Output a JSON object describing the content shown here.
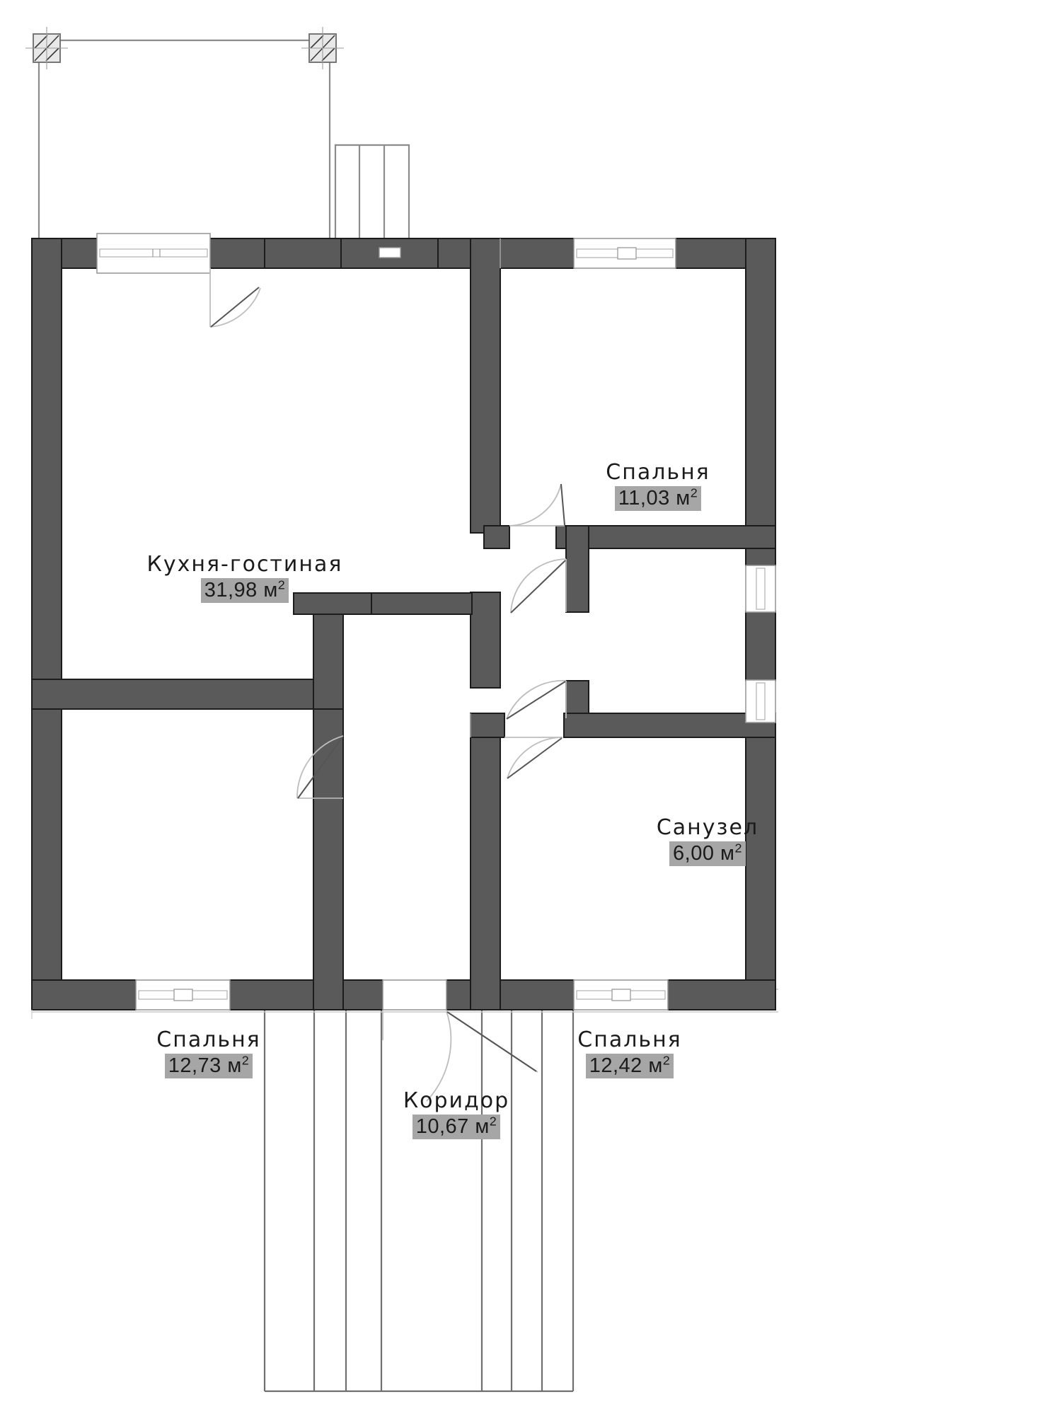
{
  "document": {
    "type": "floor-plan",
    "language": "ru",
    "unit_label": "м",
    "unit_superscript": "2",
    "colors": {
      "wall_fill": "#5a5a5a",
      "wall_stroke": "#1c1c1c",
      "thin_line": "#8c8c8c",
      "door_arc": "#b5b5b5",
      "label_highlight": "#a6a6a6",
      "text": "#1b1b1b",
      "background": "#ffffff"
    }
  },
  "rooms": [
    {
      "id": "kitchen-living",
      "name": "Кухня-гостиная",
      "area_value": "31,98",
      "area_text": "31,98 м",
      "unit_sup": "2"
    },
    {
      "id": "bedroom-top-right",
      "name": "Спальня",
      "area_value": "11,03",
      "area_text": "11,03 м",
      "unit_sup": "2"
    },
    {
      "id": "bathroom",
      "name": "Санузел",
      "area_value": "6,00",
      "area_text": "6,00 м",
      "unit_sup": "2"
    },
    {
      "id": "bedroom-bottom-left",
      "name": "Спальня",
      "area_value": "12,73",
      "area_text": "12,73 м",
      "unit_sup": "2"
    },
    {
      "id": "corridor",
      "name": "Коридор",
      "area_value": "10,67",
      "area_text": "10,67 м",
      "unit_sup": "2"
    },
    {
      "id": "bedroom-bottom-right",
      "name": "Спальня",
      "area_value": "12,42",
      "area_text": "12,42 м",
      "unit_sup": "2"
    }
  ],
  "features": {
    "terrace_outline": "upper-left-open-terrace",
    "terrace_columns": 2,
    "entry_porch_steps": 4,
    "rear_steps": 3,
    "windows": 6,
    "interior_doors": 5,
    "entry_door": 1
  }
}
